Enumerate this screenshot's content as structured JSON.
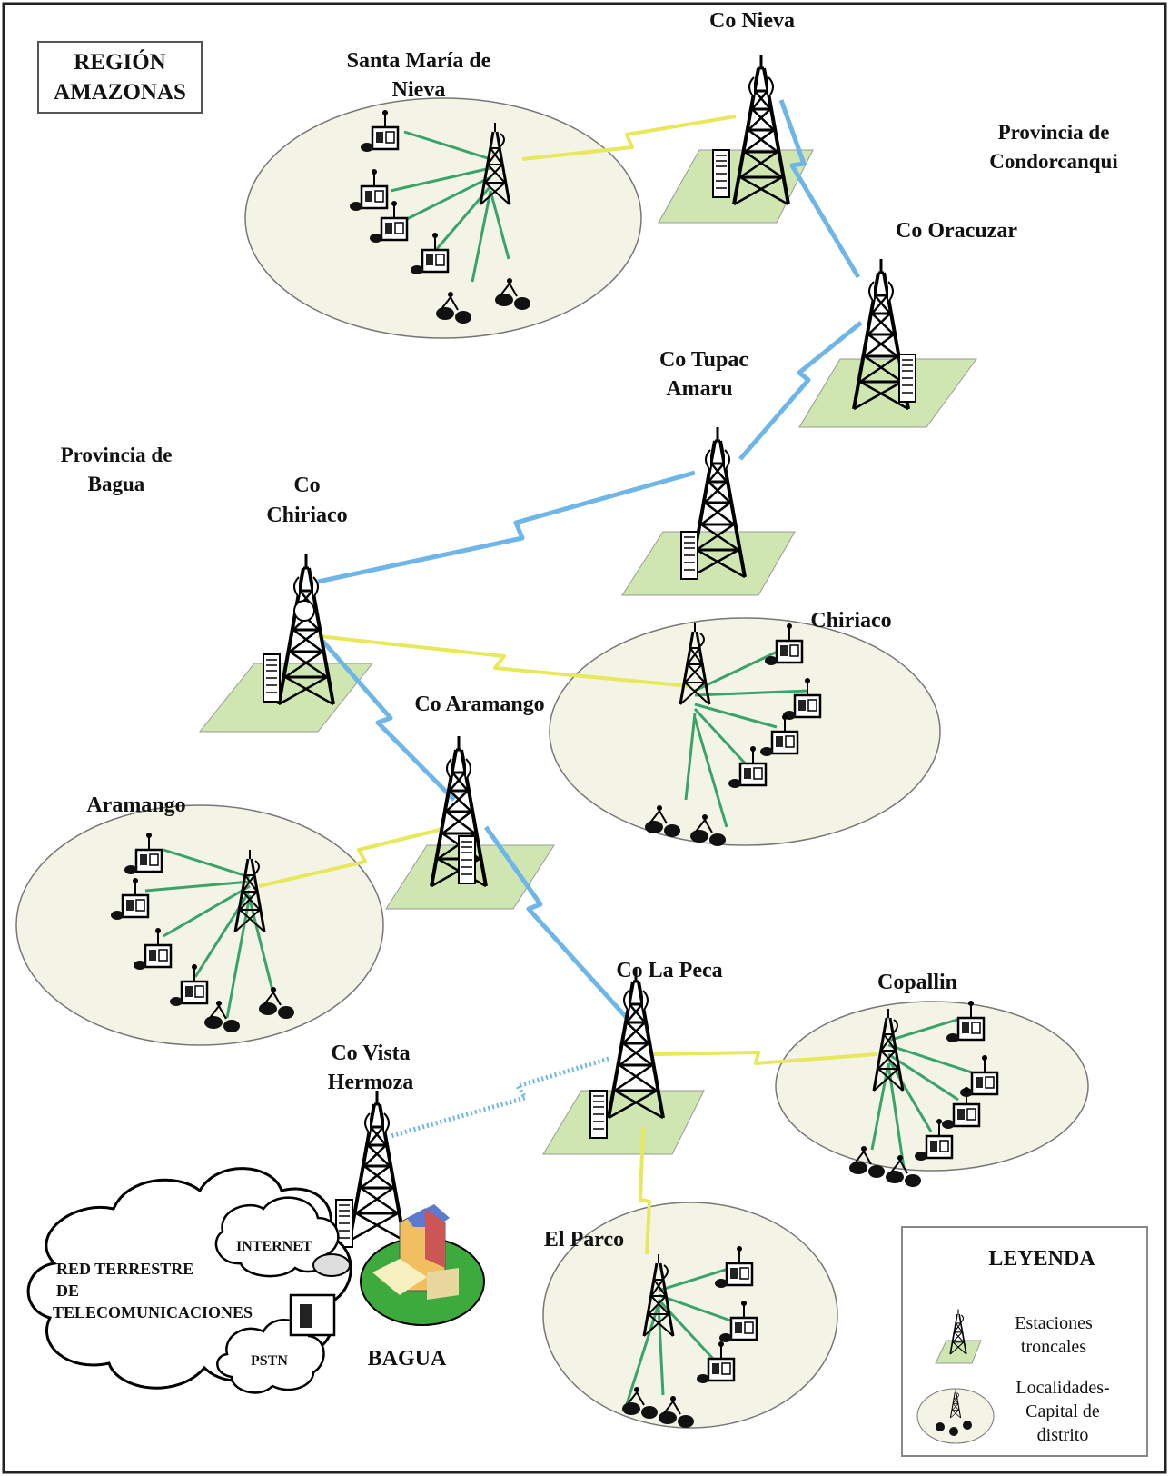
{
  "region": [
    "REGIÓN",
    "AMAZONAS"
  ],
  "provinces": {
    "condorcanqui": [
      "Provincia de",
      "Condorcanqui"
    ],
    "bagua": [
      "Provincia de",
      "Bagua"
    ]
  },
  "trunk_stations": [
    {
      "id": "co-nieva",
      "label": [
        "Co Nieva"
      ]
    },
    {
      "id": "co-oracuzar",
      "label": [
        "Co Oracuzar"
      ]
    },
    {
      "id": "co-tupac-amaru",
      "label": [
        "Co Tupac",
        "Amaru"
      ]
    },
    {
      "id": "co-chiriaco",
      "label": [
        "Co",
        "Chiriaco"
      ]
    },
    {
      "id": "co-aramango",
      "label": [
        "Co Aramango"
      ]
    },
    {
      "id": "co-la-peca",
      "label": [
        "Co La Peca"
      ]
    },
    {
      "id": "co-vista-hermoza",
      "label": [
        "Co Vista",
        "Hermoza"
      ]
    }
  ],
  "localities": [
    {
      "id": "santa-maria-de-nieva",
      "label": [
        "Santa María de",
        "Nieva"
      ]
    },
    {
      "id": "chiriaco",
      "label": [
        "Chiriaco"
      ]
    },
    {
      "id": "aramango",
      "label": [
        "Aramango"
      ]
    },
    {
      "id": "copallin",
      "label": [
        "Copallin"
      ]
    },
    {
      "id": "el-parco",
      "label": [
        "El Parco"
      ]
    }
  ],
  "network": {
    "terrestrial": [
      "RED TERRESTRE",
      "DE",
      "TELECOMUNICACIONES"
    ],
    "internet": "INTERNET",
    "pstn": "PSTN",
    "city": "BAGUA"
  },
  "legend": {
    "title": "LEYENDA",
    "trunk": [
      "Estaciones",
      "troncales"
    ],
    "locality": [
      "Localidades-",
      "Capital de",
      "distrito"
    ]
  },
  "colors": {
    "trunk_link": "#6fb6e8",
    "access_link": "#e8e85a",
    "wireless_client": "#3aa36a",
    "platform": "#cfe6b0",
    "coverage": "#f4f4e6"
  }
}
